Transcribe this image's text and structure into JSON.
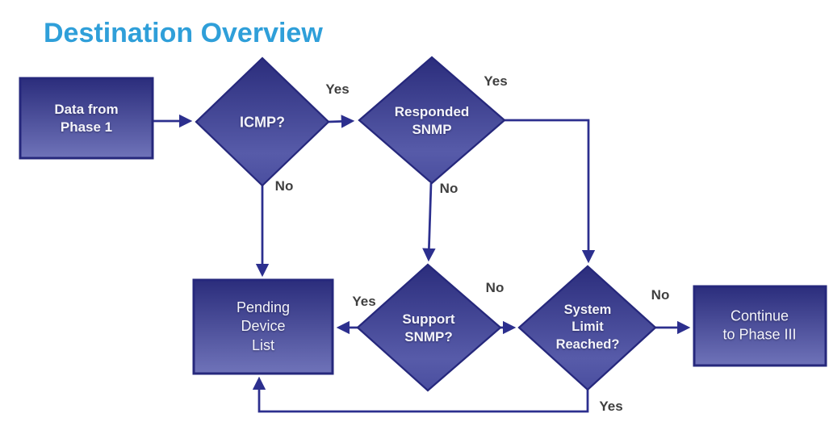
{
  "title": "Destination Overview",
  "nodes": {
    "data_phase1": {
      "label": "Data from\nPhase 1",
      "type": "process"
    },
    "icmp": {
      "label": "ICMP?",
      "type": "decision"
    },
    "responded_snmp": {
      "label": "Responded\nSNMP",
      "type": "decision"
    },
    "pending_list": {
      "label": "Pending\nDevice\nList",
      "type": "process"
    },
    "support_snmp": {
      "label": "Support\nSNMP?",
      "type": "decision"
    },
    "system_limit": {
      "label": "System\nLimit\nReached?",
      "type": "decision"
    },
    "continue_phase3": {
      "label": "Continue\nto Phase III",
      "type": "process"
    }
  },
  "edge_labels": {
    "icmp_yes": "Yes",
    "icmp_no": "No",
    "responded_yes": "Yes",
    "responded_no": "No",
    "support_yes": "Yes",
    "support_no": "No",
    "system_no": "No",
    "system_yes": "Yes"
  },
  "colors": {
    "title_text": "#2f9fd9",
    "shape_gradient_top": "#2b2d7c",
    "shape_gradient_bottom_rect": "#6f73b9",
    "shape_gradient_bottom_diamond": "#575ba9",
    "shape_border": "#26287c",
    "connector": "#2c2f8e",
    "edge_label_text": "#3f3f3f",
    "node_text": "#f4f4fa",
    "background": "#ffffff"
  }
}
